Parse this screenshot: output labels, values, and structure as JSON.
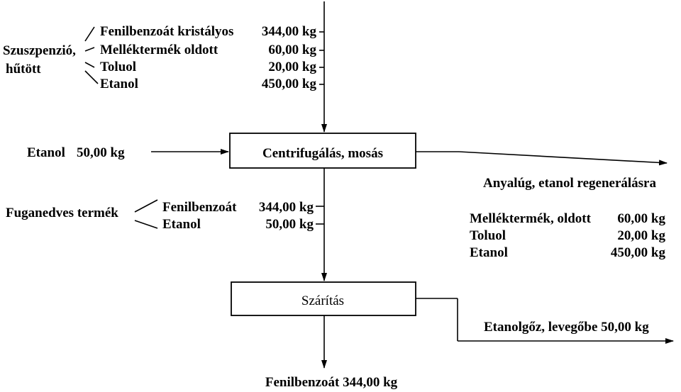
{
  "input_feed": {
    "group_label_line1": "Szuszpenzió,",
    "group_label_line2": "hűtött",
    "items": [
      {
        "name": "Fenilbenzoát kristályos",
        "amount": "344,00 kg"
      },
      {
        "name": "Melléktermék oldott",
        "amount": "60,00 kg"
      },
      {
        "name": "Toluol",
        "amount": "20,00 kg"
      },
      {
        "name": "Etanol",
        "amount": "450,00 kg"
      }
    ]
  },
  "wash_input": {
    "name": "Etanol",
    "amount": "50,00 kg"
  },
  "step1": {
    "label": "Centrifugálás, mosás"
  },
  "wet_product": {
    "label": "Fuganedves termék",
    "items": [
      {
        "name": "Fenilbenzoát",
        "amount": "344,00 kg"
      },
      {
        "name": "Etanol",
        "amount": "50,00 kg"
      }
    ]
  },
  "mother_liquor": {
    "label": "Anyalúg, etanol regenerálásra",
    "items": [
      {
        "name": "Melléktermék, oldott",
        "amount": "60,00 kg"
      },
      {
        "name": "Toluol",
        "amount": "20,00 kg"
      },
      {
        "name": "Etanol",
        "amount": "450,00 kg"
      }
    ]
  },
  "step2": {
    "label": "Szárítás"
  },
  "vapor_output": {
    "label": "Etanolgőz, levegőbe 50,00 kg"
  },
  "final_product": {
    "label": "Fenilbenzoát 344,00 kg"
  }
}
